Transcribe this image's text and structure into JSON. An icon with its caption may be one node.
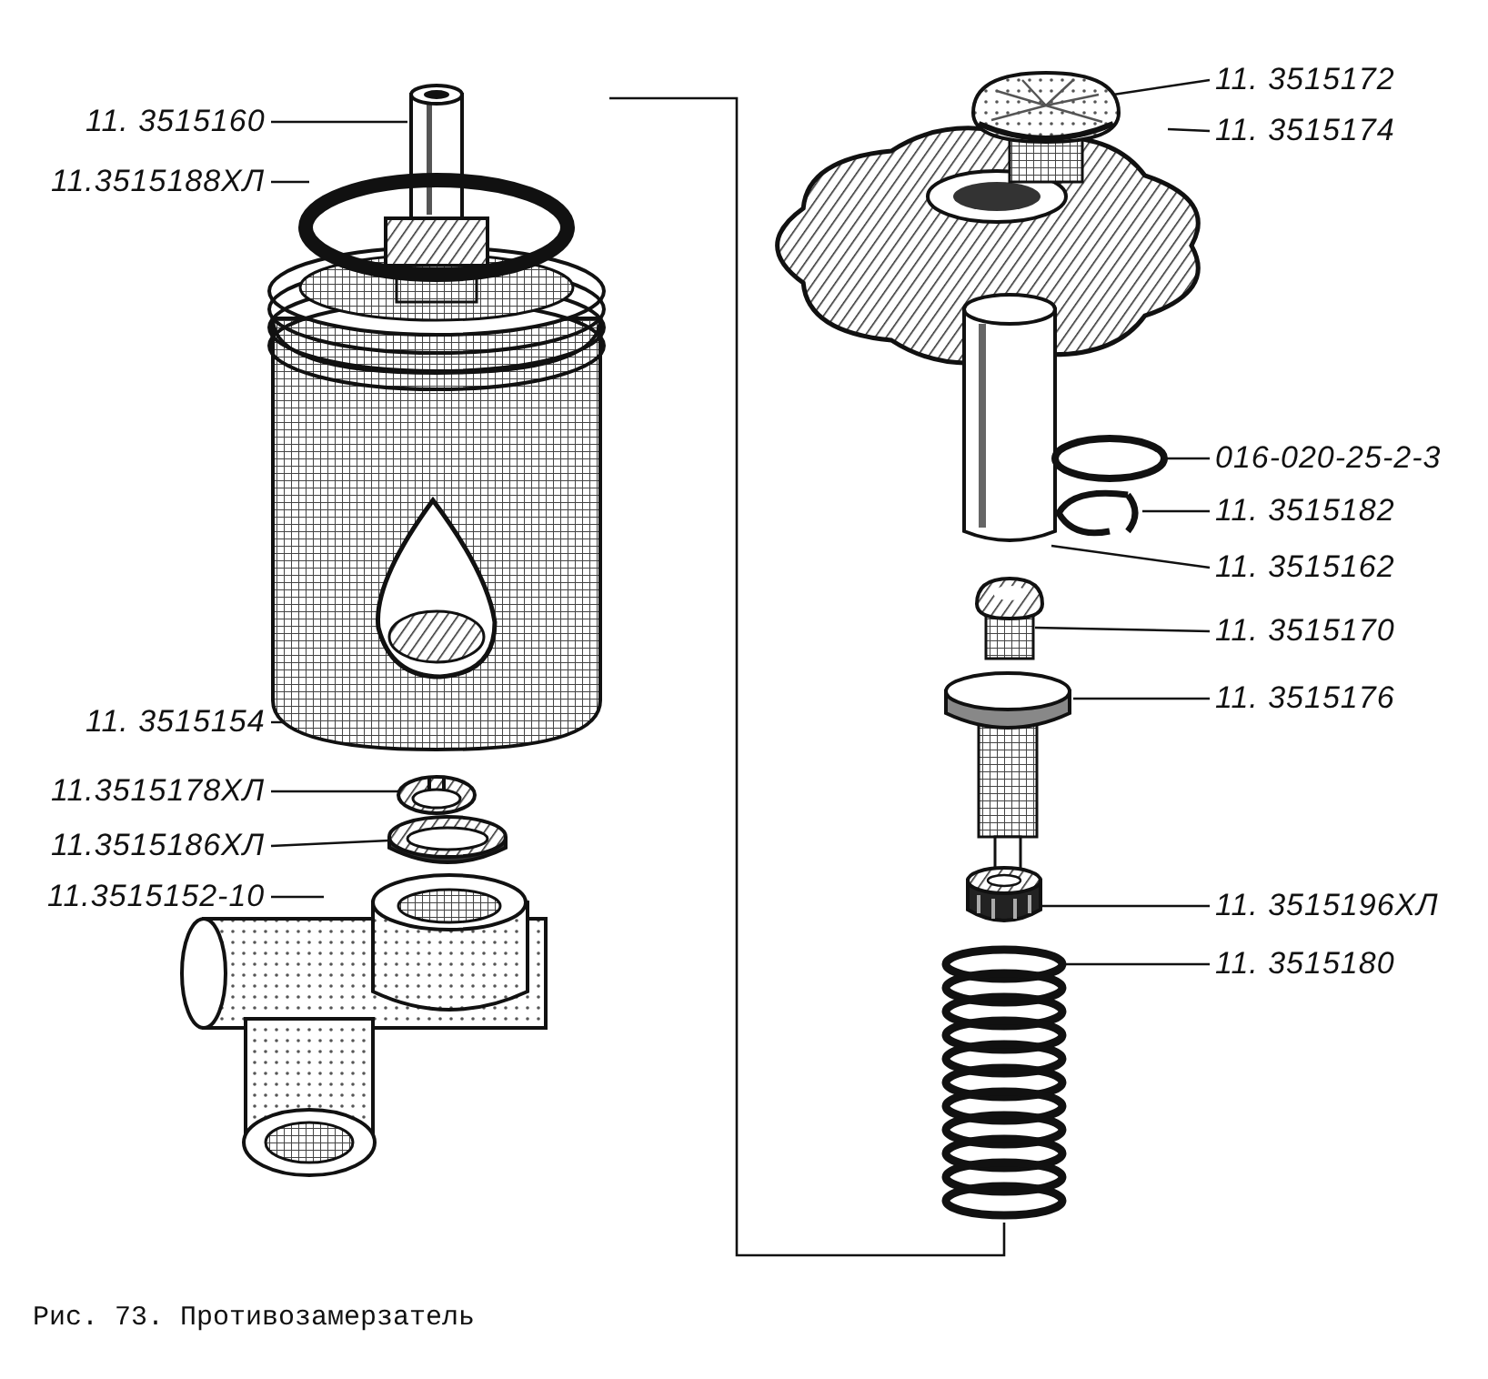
{
  "diagram": {
    "caption": "Рис. 73. Противозамерзатель",
    "nodes": [
      {
        "text": [
          "11. 3515160"
        ]
      },
      {
        "text": [
          "11.3515188ХЛ"
        ]
      },
      {
        "text": [
          "11. 3515154"
        ]
      },
      {
        "text": [
          "11.3515178ХЛ"
        ]
      },
      {
        "text": [
          "11.3515186ХЛ"
        ]
      },
      {
        "text": [
          "11.3515152-10"
        ]
      },
      {
        "text": [
          "11. 3515172"
        ]
      },
      {
        "text": [
          "11. 3515174"
        ]
      },
      {
        "text": [
          "016-020-25-2-3"
        ]
      },
      {
        "text": [
          "11. 3515182"
        ]
      },
      {
        "text": [
          "11. 3515162"
        ]
      },
      {
        "text": [
          "11. 3515170"
        ]
      },
      {
        "text": [
          "11. 3515176"
        ]
      },
      {
        "text": [
          "11. 3515196ХЛ"
        ]
      },
      {
        "text": [
          "11. 3515180"
        ]
      },
      {
        "text": [],
        "shape": "picture"
      },
      {
        "text": [],
        "shape": "picture"
      },
      {
        "text": [],
        "shape": "picture"
      },
      {
        "text": [],
        "shape": "picture"
      },
      {
        "text": [],
        "shape": "picture"
      },
      {
        "text": [],
        "shape": "picture"
      },
      {
        "text": [],
        "shape": "picture"
      },
      {
        "text": [],
        "shape": "picture"
      },
      {
        "text": [],
        "shape": "picture"
      },
      {
        "text": [],
        "shape": "picture"
      },
      {
        "text": [],
        "shape": "picture"
      },
      {
        "text": [],
        "shape": "picture"
      },
      {
        "text": [],
        "shape": "picture"
      },
      {
        "text": [],
        "shape": "picture"
      },
      {
        "text": [],
        "shape": "picture"
      }
    ],
    "edges": [
      {
        "from": 0,
        "to": 15,
        "arrow": "none"
      },
      {
        "from": 1,
        "to": 16,
        "arrow": "none"
      },
      {
        "from": 2,
        "to": 17,
        "arrow": "none"
      },
      {
        "from": 3,
        "to": 18,
        "arrow": "none"
      },
      {
        "from": 4,
        "to": 19,
        "arrow": "none"
      },
      {
        "from": 5,
        "to": 20,
        "arrow": "none"
      },
      {
        "from": 6,
        "to": 21,
        "arrow": "none"
      },
      {
        "from": 7,
        "to": 22,
        "arrow": "none"
      },
      {
        "from": 8,
        "to": 23,
        "arrow": "none"
      },
      {
        "from": 9,
        "to": 24,
        "arrow": "none"
      },
      {
        "from": 10,
        "to": 25,
        "arrow": "none"
      },
      {
        "from": 11,
        "to": 26,
        "arrow": "none"
      },
      {
        "from": 12,
        "to": 27,
        "arrow": "none"
      },
      {
        "from": 13,
        "to": 28,
        "arrow": "none"
      },
      {
        "from": 14,
        "to": 29,
        "arrow": "none"
      }
    ]
  }
}
